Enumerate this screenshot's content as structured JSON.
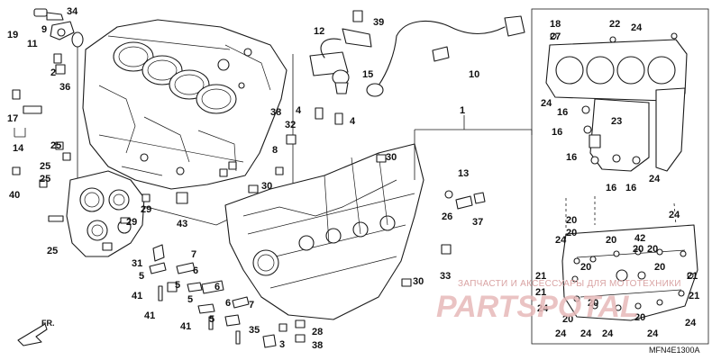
{
  "diagram": {
    "part_code": "MFN4E1300A",
    "front_arrow_label": "FR.",
    "watermark_line": "ЗАПЧАСТИ И АКСЕССУАРЫ ДЛЯ МОТОТЕХНИКИ",
    "watermark_brand": "PARTSPOTAL",
    "callouts": [
      "19",
      "11",
      "34",
      "9",
      "2",
      "36",
      "17",
      "14",
      "25",
      "25",
      "25",
      "40",
      "29",
      "29",
      "25",
      "43",
      "31",
      "6",
      "5",
      "7",
      "5",
      "6",
      "41",
      "5",
      "6",
      "41",
      "7",
      "5",
      "41",
      "3",
      "35",
      "28",
      "38",
      "4",
      "4",
      "38",
      "32",
      "8",
      "30",
      "30",
      "30",
      "39",
      "12",
      "15",
      "10",
      "13",
      "26",
      "37",
      "33",
      "1",
      "18",
      "27",
      "22",
      "24",
      "24",
      "16",
      "23",
      "16",
      "16",
      "16",
      "16",
      "24",
      "24",
      "20",
      "20",
      "20",
      "24",
      "42",
      "20",
      "20",
      "21",
      "21",
      "20",
      "20",
      "20",
      "21",
      "21",
      "24",
      "24",
      "20",
      "24",
      "24",
      "20",
      "24",
      "24"
    ]
  }
}
